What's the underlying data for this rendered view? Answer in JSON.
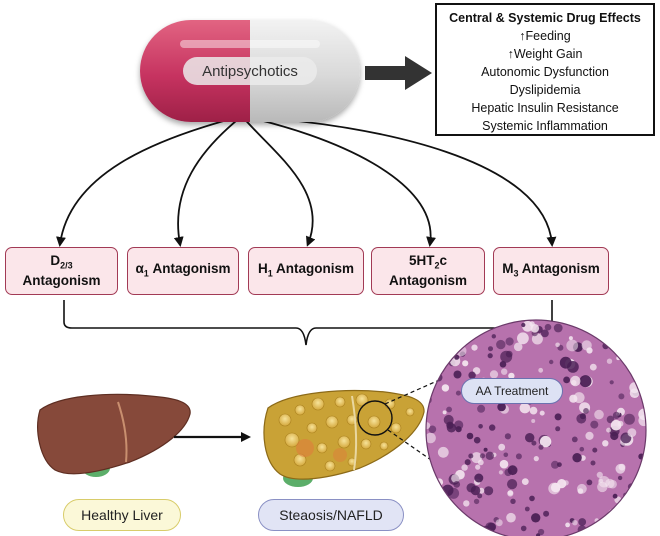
{
  "pill": {
    "label": "Antipsychotics"
  },
  "effects": {
    "title": "Central & Systemic Drug Effects",
    "items": [
      "↑Feeding",
      "↑Weight Gain",
      "Autonomic Dysfunction",
      "Dyslipidemia",
      "Hepatic Insulin Resistance",
      "Systemic Inflammation"
    ]
  },
  "receptors": [
    {
      "main": "D",
      "sub": "2/3",
      "tail": "",
      "line2": "Antagonism"
    },
    {
      "main": "α",
      "sub": "1",
      "tail": " Antagonism",
      "line2": ""
    },
    {
      "main": "H",
      "sub": "1",
      "tail": " Antagonism",
      "line2": ""
    },
    {
      "main": "5HT",
      "sub": "2",
      "tail": "c",
      "line2": "Antagonism"
    },
    {
      "main": "M",
      "sub": "3",
      "tail": " Antagonism",
      "line2": ""
    }
  ],
  "labels": {
    "healthy": "Healthy Liver",
    "nafld": "Steaosis/NAFLD",
    "aa": "AA Treatment"
  },
  "colors": {
    "pill_red": "#c63360",
    "pill_grey": "#d9d9d9",
    "receptor_fill": "#fbe6ea",
    "receptor_border": "#a23a55",
    "healthy_liver": "#8a4a3a",
    "fatty_liver": "#c9a236"
  }
}
